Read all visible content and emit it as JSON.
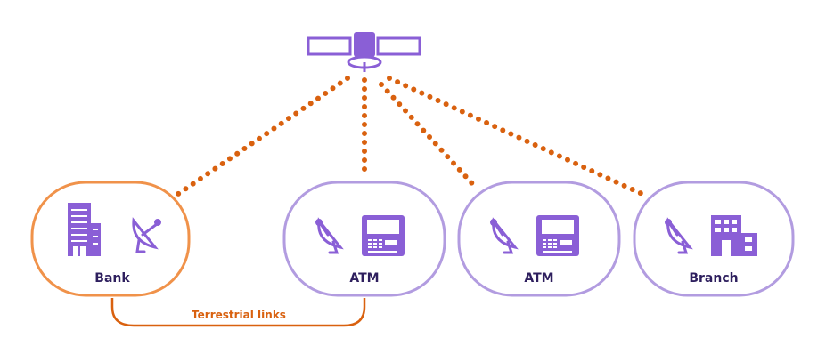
{
  "colors": {
    "purple": "#8a5fd6",
    "light_purple": "#b29ce0",
    "orange": "#f0924a",
    "dark_orange": "#d9610f",
    "label_text": "#2e1f5e"
  },
  "satellite": {
    "icon": "satellite-icon"
  },
  "nodes": [
    {
      "id": "bank",
      "label": "Bank",
      "icons": [
        "building-icon",
        "satellite-dish-icon"
      ],
      "border": "orange"
    },
    {
      "id": "atm1",
      "label": "ATM",
      "icons": [
        "satellite-dish-icon",
        "atm-icon"
      ],
      "border": "light_purple"
    },
    {
      "id": "atm2",
      "label": "ATM",
      "icons": [
        "satellite-dish-icon",
        "atm-icon"
      ],
      "border": "light_purple"
    },
    {
      "id": "branch",
      "label": "Branch",
      "icons": [
        "satellite-dish-icon",
        "office-building-icon"
      ],
      "border": "light_purple"
    }
  ],
  "links": {
    "satellite": "dotted",
    "terrestrial_label": "Terrestrial links"
  }
}
